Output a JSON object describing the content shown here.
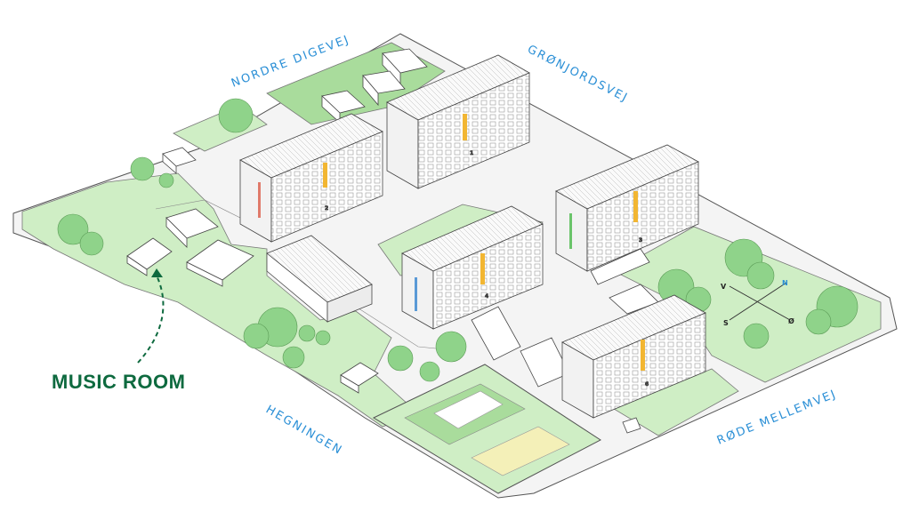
{
  "streets": {
    "nordre_digevej": "NORDRE DIGEVEJ",
    "gronjordsvej": "GRØNJORDSVEJ",
    "hegningen": "HEGNINGEN",
    "rode_mellemvej": "RØDE MELLEMVEJ"
  },
  "callout": {
    "label": "MUSIC ROOM"
  },
  "compass": {
    "north": "N",
    "south": "S",
    "west": "V",
    "east": "Ø"
  },
  "buildings": [
    {
      "number": "1"
    },
    {
      "number": "2"
    },
    {
      "number": "3"
    },
    {
      "number": "4"
    },
    {
      "number": "6"
    }
  ],
  "colors": {
    "grass": "#cfeec5",
    "grass_dark": "#a9dc9c",
    "tree": "#8fd38a",
    "street_label": "#2a8fd6",
    "callout": "#0e6a3f",
    "window_accent": "#f2b632"
  }
}
